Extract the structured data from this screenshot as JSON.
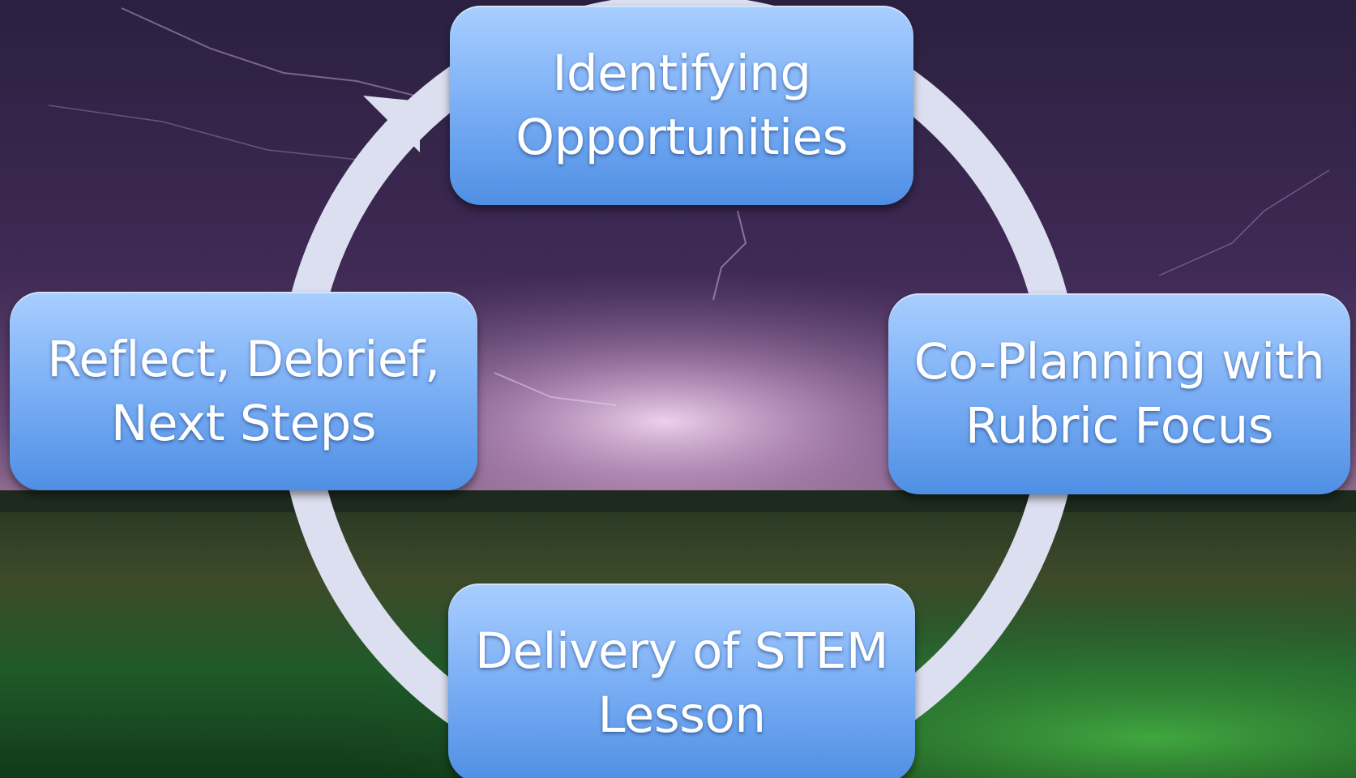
{
  "diagram": {
    "type": "cycle",
    "steps": [
      {
        "label": "Identifying Opportunities"
      },
      {
        "label": "Co-Planning with Rubric Focus"
      },
      {
        "label": "Delivery of STEM Lesson"
      },
      {
        "label": "Reflect, Debrief, Next Steps"
      }
    ],
    "ring_color": "#dcdff0",
    "box_color": "#7fb2f6"
  }
}
